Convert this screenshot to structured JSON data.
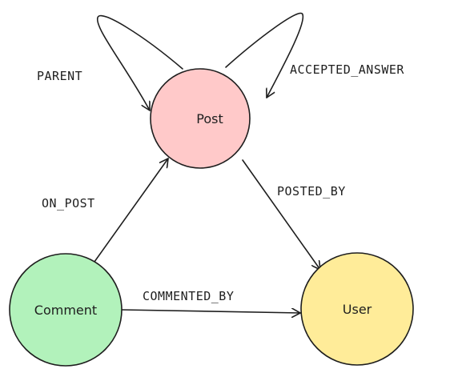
{
  "diagram": {
    "nodes": {
      "post": {
        "label": "Post",
        "fill": "#ffc9c9"
      },
      "comment": {
        "label": "Comment",
        "fill": "#b2f2bb"
      },
      "user": {
        "label": "User",
        "fill": "#ffec99"
      }
    },
    "edges": {
      "parent": {
        "label": "PARENT"
      },
      "accepted_answer": {
        "label": "ACCEPTED_ANSWER"
      },
      "posted_by": {
        "label": "POSTED_BY"
      },
      "on_post": {
        "label": "ON_POST"
      },
      "commented_by": {
        "label": "COMMENTED_BY"
      }
    }
  }
}
